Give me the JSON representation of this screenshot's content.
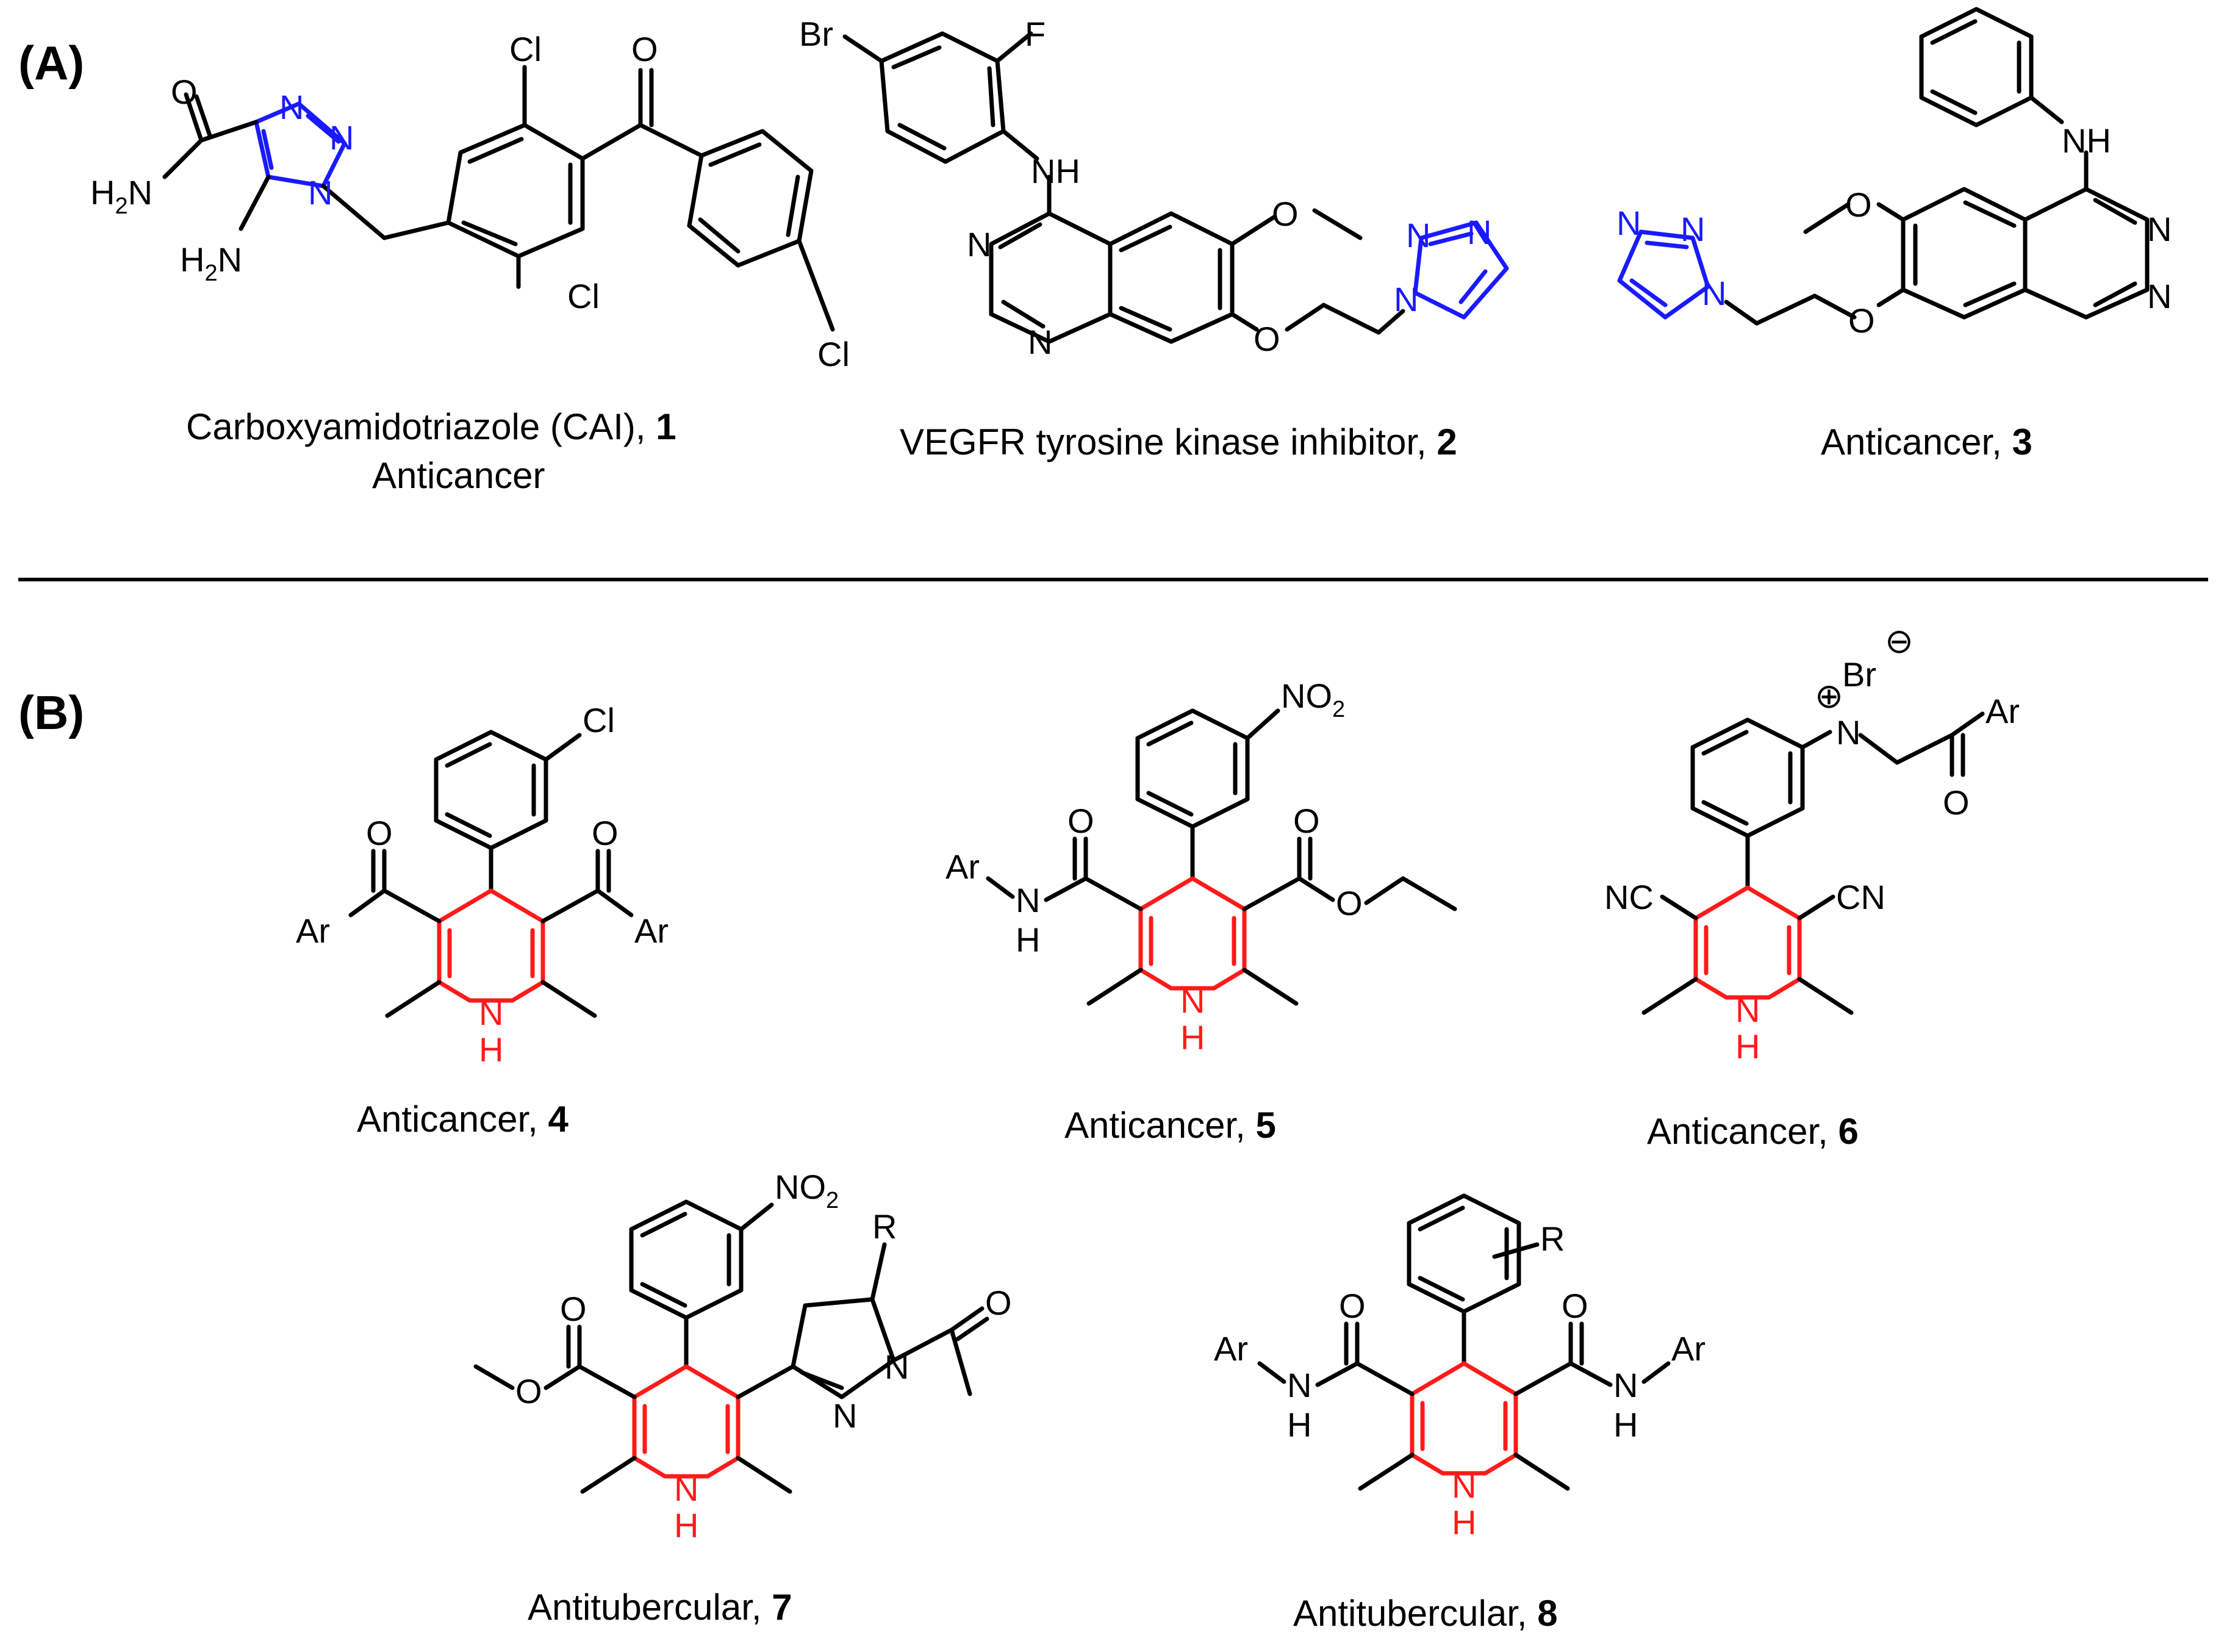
{
  "sections": {
    "a_label": "(A)",
    "b_label": "(B)"
  },
  "colors": {
    "triazole": "#1a1aff",
    "dihydropyridine": "#ff1a1a",
    "bonds": "#000000"
  },
  "compounds": [
    {
      "id": "1",
      "caption_text": "Carboxyamidotriazole (CAI), ",
      "number": "1",
      "caption_line2": "Anticancer"
    },
    {
      "id": "2",
      "caption_text": "VEGFR tyrosine kinase inhibitor, ",
      "number": "2"
    },
    {
      "id": "3",
      "caption_text": "Anticancer, ",
      "number": "3"
    },
    {
      "id": "4",
      "caption_text": "Anticancer, ",
      "number": "4"
    },
    {
      "id": "5",
      "caption_text": "Anticancer, ",
      "number": "5"
    },
    {
      "id": "6",
      "caption_text": "Anticancer, ",
      "number": "6"
    },
    {
      "id": "7",
      "caption_text": "Antitubercular, ",
      "number": "7"
    },
    {
      "id": "8",
      "caption_text": "Antitubercular, ",
      "number": "8"
    }
  ],
  "atoms": {
    "n": "N",
    "nh": "NH",
    "h": "H",
    "o": "O",
    "cl": "Cl",
    "br": "Br",
    "f": "F",
    "h2n": "H",
    "h2n_sub": "2",
    "h2n_n": "N",
    "ar": "Ar",
    "nc": "NC",
    "cn": "CN",
    "r": "R",
    "no2": "NO",
    "no2_sub": "2",
    "plus": "⊕",
    "minus": "⊖"
  }
}
